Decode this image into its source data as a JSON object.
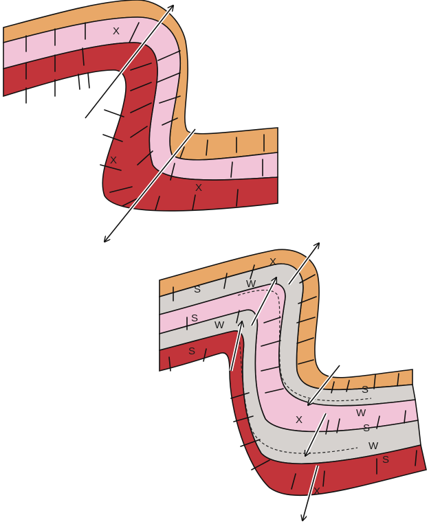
{
  "colors": {
    "orange_layer": "#e9a868",
    "pink_layer": "#f2c4d8",
    "red_layer": "#c2343a",
    "weak_layer": "#d6d2cf",
    "outline": "#111111"
  },
  "top_fold": {
    "marks": [
      "X",
      "X",
      "X"
    ]
  },
  "bottom_fold": {
    "marks": [
      "X",
      "X",
      "X"
    ],
    "labels_s": [
      "S",
      "S",
      "S",
      "S",
      "S",
      "S"
    ],
    "labels_w": [
      "W",
      "W",
      "W",
      "W"
    ]
  }
}
